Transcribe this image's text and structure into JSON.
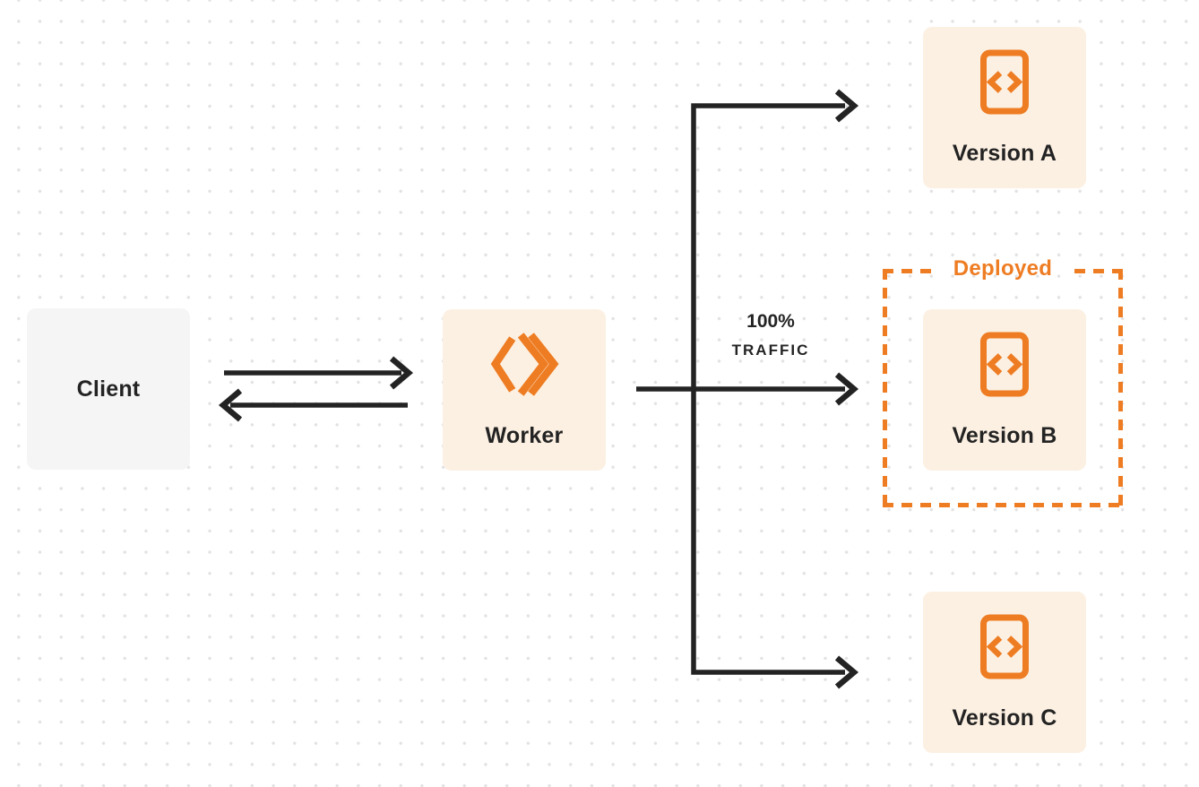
{
  "diagram": {
    "nodes": {
      "client": {
        "label": "Client"
      },
      "worker": {
        "label": "Worker"
      },
      "version_a": {
        "label": "Version A"
      },
      "version_b": {
        "label": "Version B"
      },
      "version_c": {
        "label": "Version C"
      }
    },
    "deployed_group": {
      "label": "Deployed"
    },
    "traffic_label": {
      "line1": "100%",
      "line2": "TRAFFIC"
    },
    "icons": {
      "worker": "cloudflare-workers-logo",
      "version": "code-file-icon"
    },
    "colors": {
      "accent": "#EE7C22",
      "node_cream_bg": "#FCF0E2",
      "node_gray_bg": "#F5F5F6",
      "line": "#232323",
      "dot": "#E2E2E2",
      "background": "#FFFFFF"
    }
  }
}
